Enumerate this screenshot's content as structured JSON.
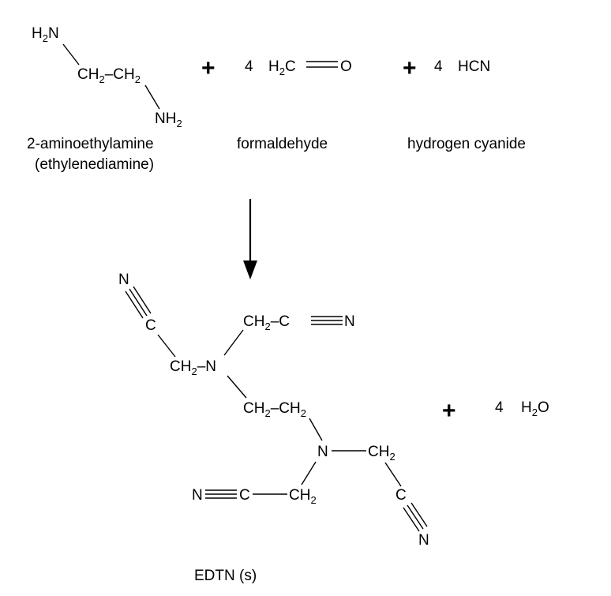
{
  "reactants": {
    "ethylenediamine": {
      "atoms": {
        "h2n": {
          "main": "H",
          "sub": "2",
          "tail": "N"
        },
        "ch2_left": {
          "main": "CH",
          "sub": "2"
        },
        "dash": "–",
        "ch2_right": {
          "main": "CH",
          "sub": "2"
        },
        "nh2": {
          "main": "NH",
          "sub": "2"
        }
      },
      "name": "2-aminoethylamine",
      "alt_name": "(ethylenediamine)"
    },
    "formaldehyde": {
      "coefficient": "4",
      "h2c": {
        "main": "H",
        "sub": "2",
        "tail": "C"
      },
      "o": "O",
      "name": "formaldehyde"
    },
    "hcn": {
      "coefficient": "4",
      "formula": "HCN",
      "name": "hydrogen cyanide"
    },
    "plus": "+"
  },
  "product": {
    "atoms": {
      "n_top": "N",
      "c_top": "C",
      "ch2_a": {
        "main": "CH",
        "sub": "2",
        "tail": "–N"
      },
      "ch2_b": {
        "main": "CH",
        "sub": "2",
        "tail": "–C"
      },
      "n_b": "N",
      "ch2_c": {
        "main": "CH",
        "sub": "2",
        "mid": "–CH",
        "sub2": "2"
      },
      "n_mid": "N",
      "ch2_d": {
        "main": "CH",
        "sub": "2"
      },
      "n_left": "N",
      "c_left": "C",
      "ch2_e": {
        "main": "CH",
        "sub": "2"
      },
      "c_right": "C",
      "n_bottom": "N"
    },
    "name": "EDTN (s)"
  },
  "byproduct": {
    "plus": "+",
    "coefficient": "4",
    "h2o": {
      "main": "H",
      "sub": "2",
      "tail": "O"
    }
  }
}
